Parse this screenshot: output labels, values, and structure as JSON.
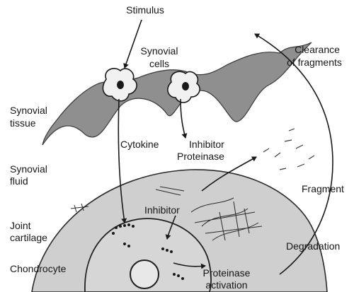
{
  "labels": {
    "stimulus": "Stimulus",
    "synovial_cells_1": "Synovial",
    "synovial_cells_2": "cells",
    "synovial_tissue_1": "Synovial",
    "synovial_tissue_2": "tissue",
    "synovial_fluid_1": "Synovial",
    "synovial_fluid_2": "fluid",
    "joint_cartilage_1": "Joint",
    "joint_cartilage_2": "cartilage",
    "chondrocyte": "Chondrocyte",
    "cytokine": "Cytokine",
    "inhibitor_top": "Inhibitor",
    "proteinase_top": "Proteinase",
    "inhibitor_mid": "Inhibitor",
    "clearance_1": "Clearance",
    "clearance_2": "of fragments",
    "fragment": "Fragment",
    "degradation": "Degradation",
    "proteinase_activation_1": "Proteinase",
    "proteinase_activation_2": "activation"
  },
  "colors": {
    "ink": "#1a1a1a",
    "tissue": "#8f8f8f",
    "cartilage": "#c7c7c7",
    "cell": "#d6d6d6"
  }
}
